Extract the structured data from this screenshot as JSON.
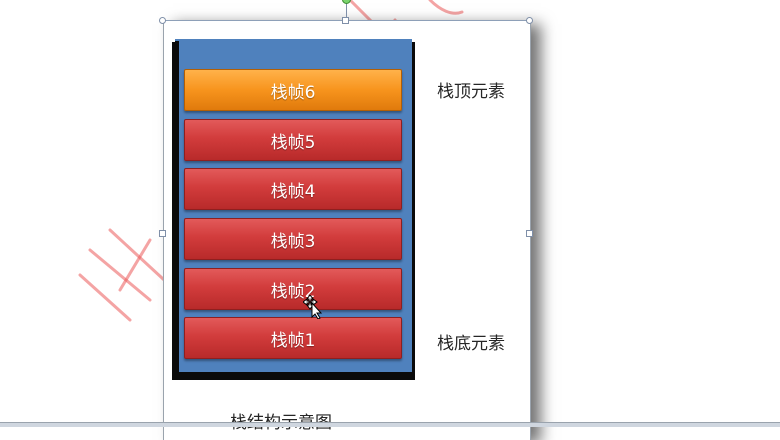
{
  "diagram": {
    "frames": [
      {
        "label": "栈帧6",
        "color": "orange"
      },
      {
        "label": "栈帧5",
        "color": "red"
      },
      {
        "label": "栈帧4",
        "color": "red"
      },
      {
        "label": "栈帧3",
        "color": "red"
      },
      {
        "label": "栈帧2",
        "color": "red"
      },
      {
        "label": "栈帧1",
        "color": "red"
      }
    ],
    "top_label": "栈顶元素",
    "bottom_label": "栈底元素",
    "caption": "栈结构示意图"
  },
  "colors": {
    "stack_background": "#4f81bd",
    "frame_red": "#d23c3c",
    "frame_orange": "#f7941d",
    "watermark": "#eb5050"
  }
}
